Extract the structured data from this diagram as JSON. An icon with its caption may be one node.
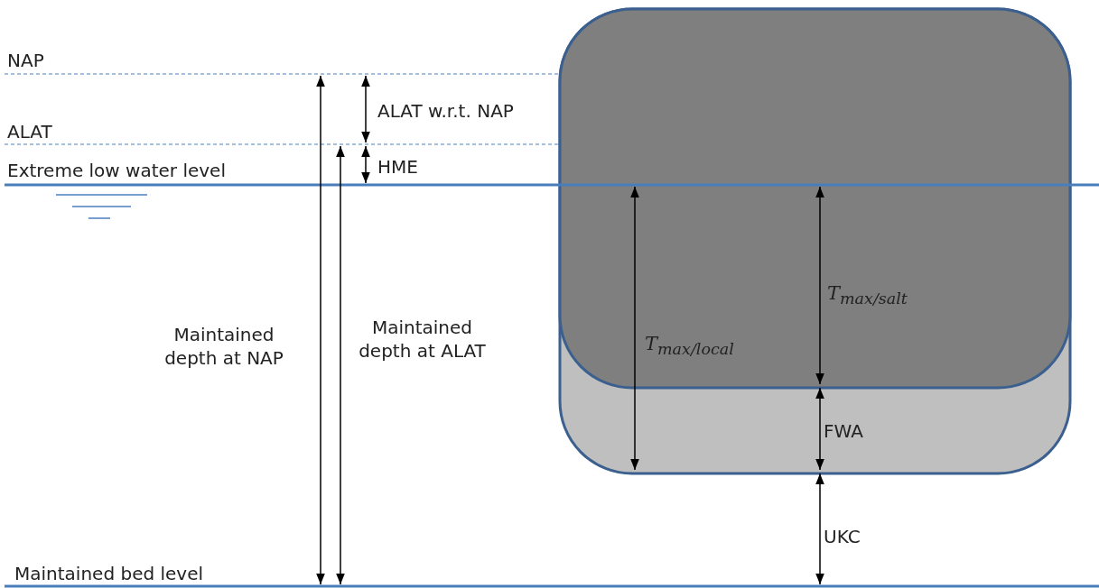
{
  "diagram": {
    "labels": [
      "NAP",
      "ALAT w.r.t. NAP",
      "ALAT",
      "HME",
      "Extreme low water level",
      "T$_{max/salt}$",
      "Maintained depth at NAP",
      "Maintained depth at ALAT",
      "T$_{max/local}$",
      "FWA",
      "UKC",
      "Maintained bed level"
    ]
  }
}
